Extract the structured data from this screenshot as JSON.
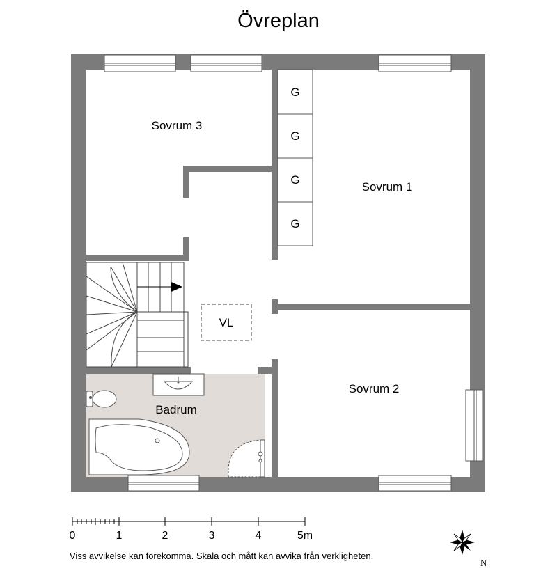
{
  "title": "Övreplan",
  "rooms": {
    "sovrum3": "Sovrum 3",
    "sovrum1": "Sovrum 1",
    "sovrum2": "Sovrum 2",
    "badrum": "Badrum"
  },
  "closets": [
    "G",
    "G",
    "G",
    "G"
  ],
  "vl_label": "VL",
  "scale": {
    "labels": [
      "0",
      "1",
      "2",
      "3",
      "4",
      "5m"
    ]
  },
  "compass_label": "N",
  "disclaimer": "Viss avvikelse kan förekomma. Skala och mått kan avvika från verkligheten.",
  "colors": {
    "wall": "#7b7b7c",
    "bathroom_floor": "#e1dcd8"
  }
}
